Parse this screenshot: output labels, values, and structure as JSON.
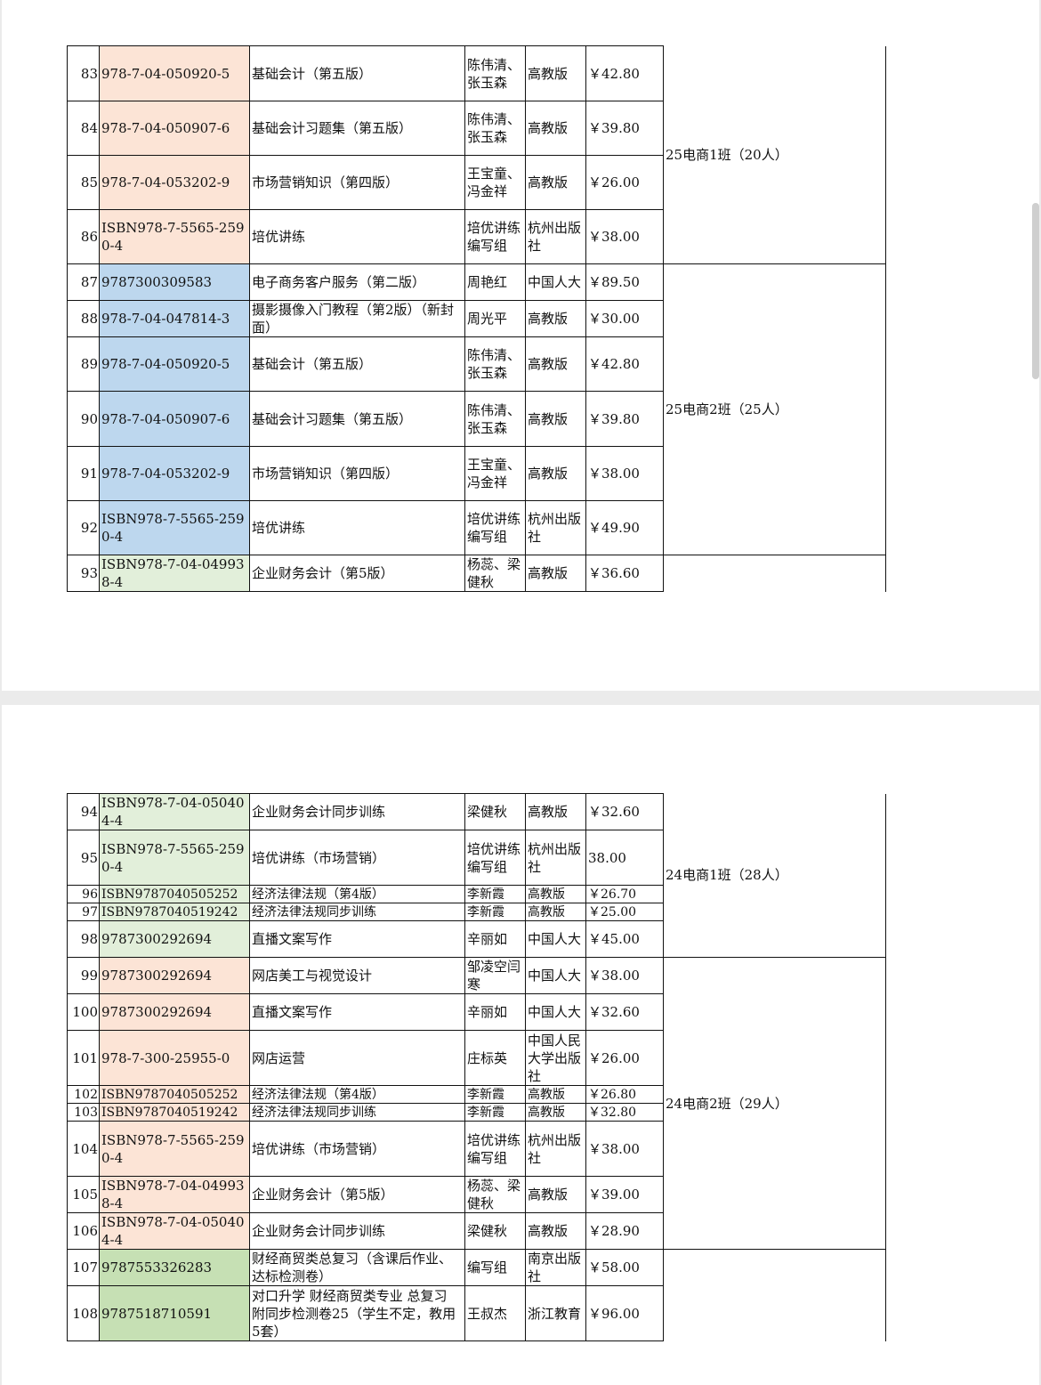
{
  "colors": {
    "orange": "#fce4d6",
    "blue": "#bdd7ee",
    "lightgreen": "#e2efda",
    "green": "#c6e0b4"
  },
  "page1": {
    "rows": [
      {
        "no": "83",
        "isbn": "978-7-04-050920-5",
        "title": "基础会计（第五版）",
        "author": "陈伟清、张玉森",
        "publisher": "高教版",
        "price": "￥42.80",
        "color": "orange",
        "h": 62
      },
      {
        "no": "84",
        "isbn": "978-7-04-050907-6",
        "title": "基础会计习题集（第五版）",
        "author": "陈伟清、张玉森",
        "publisher": "高教版",
        "price": "￥39.80",
        "color": "orange",
        "h": 61
      },
      {
        "no": "85",
        "isbn": "978-7-04-053202-9",
        "title": "市场营销知识（第四版）",
        "author": "王宝童、冯金祥",
        "publisher": "高教版",
        "price": "￥26.00",
        "color": "orange",
        "h": 61
      },
      {
        "no": "86",
        "isbn": "ISBN978-7-5565-2590-4",
        "title": "培优讲练",
        "author": "培优讲练编写组",
        "publisher": "杭州出版社",
        "price": "￥38.00",
        "color": "orange",
        "h": 61
      },
      {
        "no": "87",
        "isbn": "9787300309583",
        "title": "电子商务客户服务（第二版）",
        "author": "周艳红",
        "publisher": "中国人大",
        "price": "￥89.50",
        "color": "blue",
        "h": 41
      },
      {
        "no": "88",
        "isbn": "978-7-04-047814-3",
        "title": "摄影摄像入门教程（第2版）（新封面）",
        "author": "周光平",
        "publisher": "高教版",
        "price": "￥30.00",
        "color": "blue",
        "h": 40
      },
      {
        "no": "89",
        "isbn": "978-7-04-050920-5",
        "title": "基础会计（第五版）",
        "author": "陈伟清、张玉森",
        "publisher": "高教版",
        "price": "￥42.80",
        "color": "blue",
        "h": 61
      },
      {
        "no": "90",
        "isbn": "978-7-04-050907-6",
        "title": "基础会计习题集（第五版）",
        "author": "陈伟清、张玉森",
        "publisher": "高教版",
        "price": "￥39.80",
        "color": "blue",
        "h": 62
      },
      {
        "no": "91",
        "isbn": "978-7-04-053202-9",
        "title": "市场营销知识（第四版）",
        "author": "王宝童、冯金祥",
        "publisher": "高教版",
        "price": "￥38.00",
        "color": "blue",
        "h": 61
      },
      {
        "no": "92",
        "isbn": "ISBN978-7-5565-2590-4",
        "title": "培优讲练",
        "author": "培优讲练编写组",
        "publisher": "杭州出版社",
        "price": "￥49.90",
        "color": "blue",
        "h": 61
      },
      {
        "no": "93",
        "isbn": "ISBN978-7-04-049938-4",
        "title": "企业财务会计（第5版）",
        "author": "杨蕊、梁健秋",
        "publisher": "高教版",
        "price": "￥36.60",
        "color": "lightgreen",
        "h": 41
      }
    ],
    "groups": [
      {
        "label": "25电商1班（20人）",
        "start": 0,
        "span": 4
      },
      {
        "label": "25电商2班（25人）",
        "start": 4,
        "span": 6
      },
      {
        "label": "",
        "start": 10,
        "span": 1
      }
    ]
  },
  "page2": {
    "rows": [
      {
        "no": "94",
        "isbn": "ISBN978-7-04-050404-4",
        "title": "企业财务会计同步训练",
        "author": "梁健秋",
        "publisher": "高教版",
        "price": "￥32.60",
        "color": "lightgreen",
        "h": 41
      },
      {
        "no": "95",
        "isbn": "ISBN978-7-5565-2590-4",
        "title": "培优讲练（市场营销）",
        "author": "培优讲练编写组",
        "publisher": "杭州出版社",
        "price": "38.00",
        "color": "lightgreen",
        "h": 62
      },
      {
        "no": "96",
        "isbn": "ISBN9787040505252",
        "title": "经济法律法规（第4版）",
        "author": "李新霞",
        "publisher": "高教版",
        "price": "￥26.70",
        "color": "lightgreen",
        "h": 20,
        "tight": true
      },
      {
        "no": "97",
        "isbn": "ISBN9787040519242",
        "title": "经济法律法规同步训练",
        "author": "李新霞",
        "publisher": "高教版",
        "price": "￥25.00",
        "color": "lightgreen",
        "h": 20,
        "tight": true
      },
      {
        "no": "98",
        "isbn": "9787300292694",
        "title": "直播文案写作",
        "author": "辛丽如",
        "publisher": "中国人大",
        "price": "￥45.00",
        "color": "lightgreen",
        "h": 41
      },
      {
        "no": "99",
        "isbn": "9787300292694",
        "title": "网店美工与视觉设计",
        "author": "邹凌空闫寒",
        "publisher": "中国人大",
        "price": "￥38.00",
        "color": "orange",
        "h": 41
      },
      {
        "no": "100",
        "isbn": "9787300292694",
        "title": "直播文案写作",
        "author": "辛丽如",
        "publisher": "中国人大",
        "price": "￥32.60",
        "color": "orange",
        "h": 41
      },
      {
        "no": "101",
        "isbn": "978-7-300-25955-0",
        "title": "网店运营",
        "author": "庄标英",
        "publisher": "中国人民大学出版社",
        "price": "￥26.00",
        "color": "orange",
        "h": 62
      },
      {
        "no": "102",
        "isbn": "ISBN9787040505252",
        "title": "经济法律法规（第4版）",
        "author": "李新霞",
        "publisher": "高教版",
        "price": "￥26.80",
        "color": "orange",
        "h": 20,
        "tight": true
      },
      {
        "no": "103",
        "isbn": "ISBN9787040519242",
        "title": "经济法律法规同步训练",
        "author": "李新霞",
        "publisher": "高教版",
        "price": "￥32.80",
        "color": "orange",
        "h": 20,
        "tight": true
      },
      {
        "no": "104",
        "isbn": "ISBN978-7-5565-2590-4",
        "title": "培优讲练（市场营销）",
        "author": "培优讲练编写组",
        "publisher": "杭州出版社",
        "price": "￥38.00",
        "color": "orange",
        "h": 62
      },
      {
        "no": "105",
        "isbn": "ISBN978-7-04-049938-4",
        "title": "企业财务会计（第5版）",
        "author": "杨蕊、梁健秋",
        "publisher": "高教版",
        "price": "￥39.00",
        "color": "orange",
        "h": 41
      },
      {
        "no": "106",
        "isbn": "ISBN978-7-04-050404-4",
        "title": "企业财务会计同步训练",
        "author": "梁健秋",
        "publisher": "高教版",
        "price": "￥28.90",
        "color": "orange",
        "h": 41
      },
      {
        "no": "107",
        "isbn": "9787553326283",
        "title": "财经商贸类总复习（含课后作业、达标检测卷）",
        "author": "编写组",
        "publisher": "南京出版社",
        "price": "￥58.00",
        "color": "green",
        "h": 41
      },
      {
        "no": "108",
        "isbn": "9787518710591",
        "title": "对口升学 财经商贸类专业 总复习 附同步检测卷25（学生不定，教用5套）",
        "author": "王叔杰",
        "publisher": "浙江教育",
        "price": "￥96.00",
        "color": "green",
        "h": 62
      }
    ],
    "groups": [
      {
        "label": "24电商1班（28人）",
        "start": 0,
        "span": 5
      },
      {
        "label": "24电商2班（29人）",
        "start": 5,
        "span": 8
      },
      {
        "label": "",
        "start": 13,
        "span": 2
      }
    ]
  }
}
